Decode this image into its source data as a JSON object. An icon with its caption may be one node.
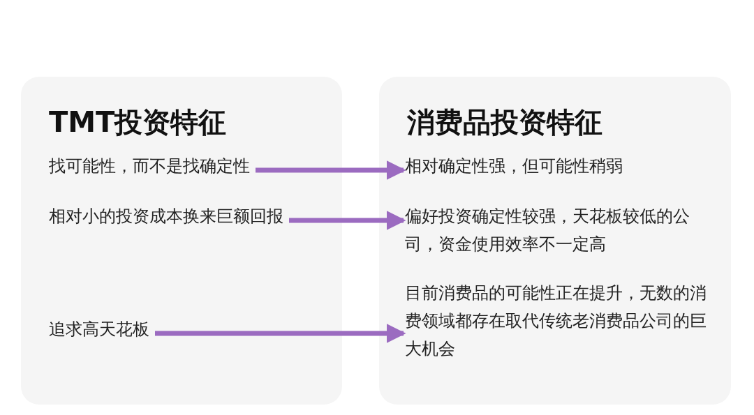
{
  "diagram": {
    "nodes": [
      {
        "text": [
          "TMT投资特征"
        ]
      },
      {
        "text": [
          "找可能性，而不是找确定性"
        ],
        "in": 0
      },
      {
        "text": [
          "相对小的投资成本换来巨额回报"
        ],
        "in": 0
      },
      {
        "text": [
          "追求高天花板"
        ],
        "in": 0
      },
      {
        "text": [
          "消费品投资特征"
        ]
      },
      {
        "text": [
          "相对确定性强，但可能性稍弱"
        ],
        "in": 4
      },
      {
        "text": [
          "偏好投资确定性较强，天花板较低的公司，资金使用效率不一定高"
        ],
        "in": 4
      },
      {
        "text": [
          "目前消费品的可能性正在提升，无数的消费领域都存在取代传统老消费品公司的巨大机会"
        ],
        "in": 4
      }
    ],
    "edges": [
      {
        "from": 1,
        "to": 5,
        "arrow": "to"
      },
      {
        "from": 2,
        "to": 6,
        "arrow": "to"
      },
      {
        "from": 3,
        "to": 7,
        "arrow": "to"
      }
    ]
  }
}
